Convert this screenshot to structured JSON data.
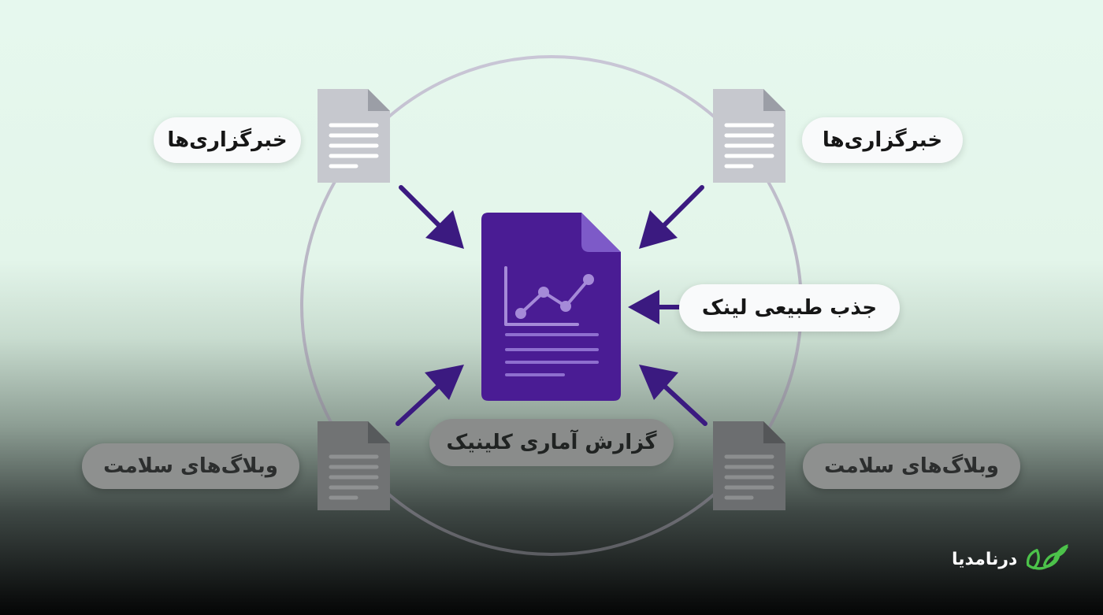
{
  "diagram": {
    "center_caption": "گزارش آماری کلینیک",
    "sources": {
      "top_left": "خبرگزاری‌ها",
      "top_right": "خبرگزاری‌ها",
      "right": "جذب طبیعی لینک",
      "bottom_left": "وبلاگ‌های سلامت",
      "bottom_right": "وبلاگ‌های سلامت"
    }
  },
  "brand": {
    "name": "درنامدیا",
    "icon": "leaf-logo-icon"
  },
  "colors": {
    "background_top": "#e6f8ee",
    "background_bottom": "#050606",
    "report_doc": "#4b1c95",
    "report_doc_fold": "#7c58c6",
    "arrow": "#3b1a7f",
    "ring": "#c8c6d4",
    "source_doc": "#c5c7ce",
    "brand_green": "#4cc24a"
  }
}
